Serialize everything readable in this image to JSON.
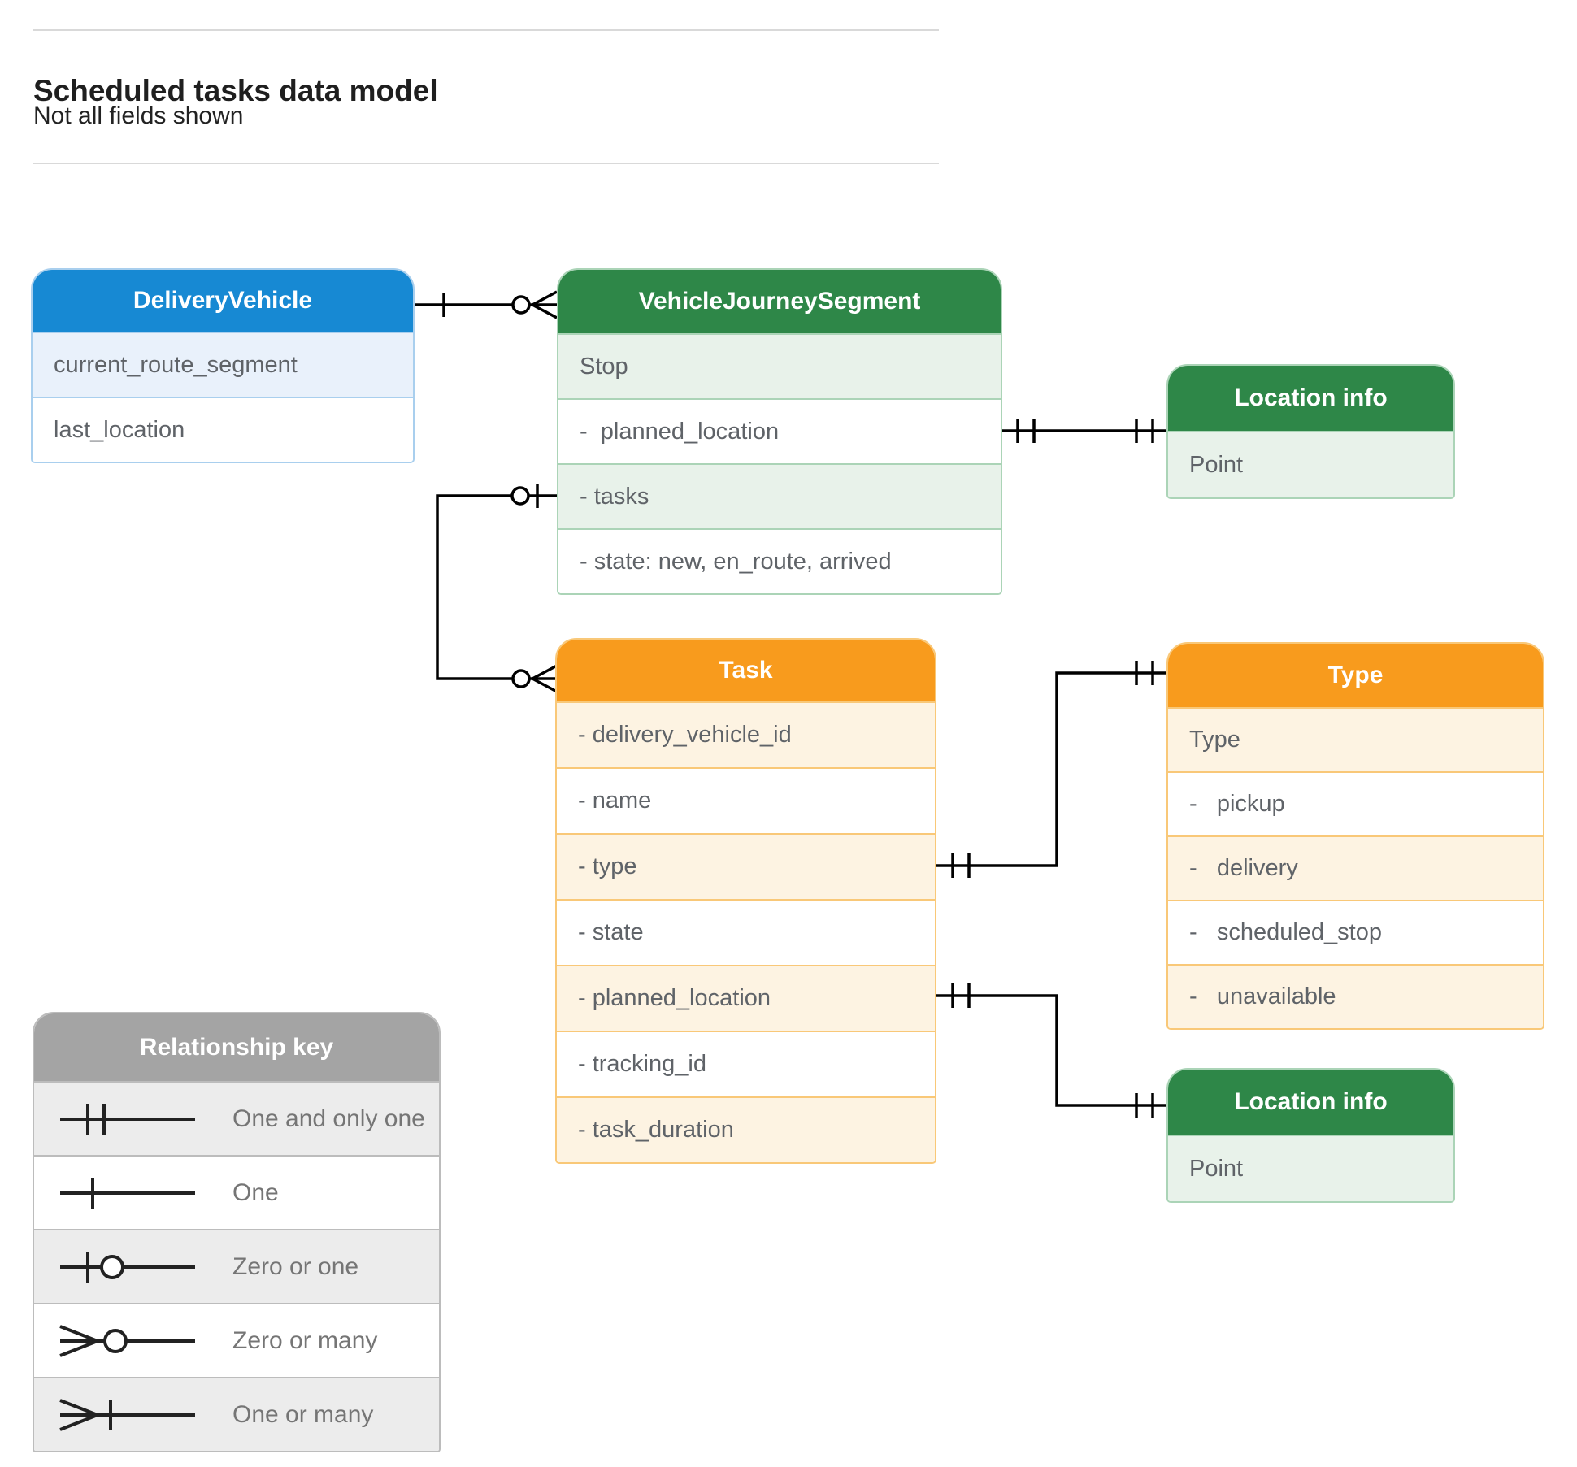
{
  "page": {
    "title": "Scheduled tasks data model",
    "subtitle": "Not all fields shown"
  },
  "colors": {
    "blue_header": "#1789d3",
    "blue_row": "#e9f1fb",
    "green_header": "#2e8748",
    "green_row": "#e8f2ea",
    "orange_header": "#f89b1d",
    "orange_row": "#fdf3e2",
    "gray_header": "#a4a4a4",
    "gray_row": "#ececec",
    "row_text": "#5f6368",
    "connector": "#000000"
  },
  "entities": [
    {
      "id": "delivery-vehicle",
      "title": "DeliveryVehicle",
      "theme": "blue",
      "rows": [
        {
          "label": "current_route_segment"
        },
        {
          "label": "last_location"
        }
      ]
    },
    {
      "id": "vehicle-journey-segment",
      "title": "VehicleJourneySegment",
      "theme": "green",
      "rows": [
        {
          "label": "Stop"
        },
        {
          "label": "-  planned_location"
        },
        {
          "label": "- tasks"
        },
        {
          "label": "- state: new, en_route, arrived"
        }
      ]
    },
    {
      "id": "location-info-top",
      "title": "Location info",
      "theme": "green",
      "rows": [
        {
          "label": "Point"
        }
      ]
    },
    {
      "id": "task",
      "title": "Task",
      "theme": "orange",
      "rows": [
        {
          "label": "- delivery_vehicle_id"
        },
        {
          "label": "- name"
        },
        {
          "label": "- type"
        },
        {
          "label": "- state"
        },
        {
          "label": "- planned_location"
        },
        {
          "label": "- tracking_id"
        },
        {
          "label": "- task_duration"
        }
      ]
    },
    {
      "id": "type",
      "title": "Type",
      "theme": "orange",
      "rows": [
        {
          "label": "Type"
        },
        {
          "label": "-   pickup"
        },
        {
          "label": "-   delivery"
        },
        {
          "label": "-   scheduled_stop"
        },
        {
          "label": "-   unavailable"
        }
      ]
    },
    {
      "id": "location-info-bottom",
      "title": "Location info",
      "theme": "green",
      "rows": [
        {
          "label": "Point"
        }
      ]
    }
  ],
  "relationship_key": {
    "title": "Relationship key",
    "rows": [
      {
        "symbol": "one-and-only-one",
        "label": "One and only one"
      },
      {
        "symbol": "one",
        "label": "One"
      },
      {
        "symbol": "zero-or-one",
        "label": "Zero or one"
      },
      {
        "symbol": "zero-or-many",
        "label": "Zero or many"
      },
      {
        "symbol": "one-or-many",
        "label": "One or many"
      }
    ]
  },
  "connectors": [
    {
      "from": "DeliveryVehicle",
      "to": "VehicleJourneySegment",
      "from_marker": "one",
      "to_marker": "zero-or-many"
    },
    {
      "from": "VehicleJourneySegment.tasks",
      "to": "Task",
      "from_marker": "zero-or-one",
      "to_marker": "zero-or-many"
    },
    {
      "from": "VehicleJourneySegment.planned_location",
      "to": "Location info",
      "from_marker": "one-and-only-one",
      "to_marker": "one-and-only-one"
    },
    {
      "from": "Task.type",
      "to": "Type",
      "from_marker": "one-and-only-one",
      "to_marker": "one-and-only-one"
    },
    {
      "from": "Task.planned_location",
      "to": "Location info",
      "from_marker": "one-and-only-one",
      "to_marker": "one-and-only-one"
    }
  ]
}
